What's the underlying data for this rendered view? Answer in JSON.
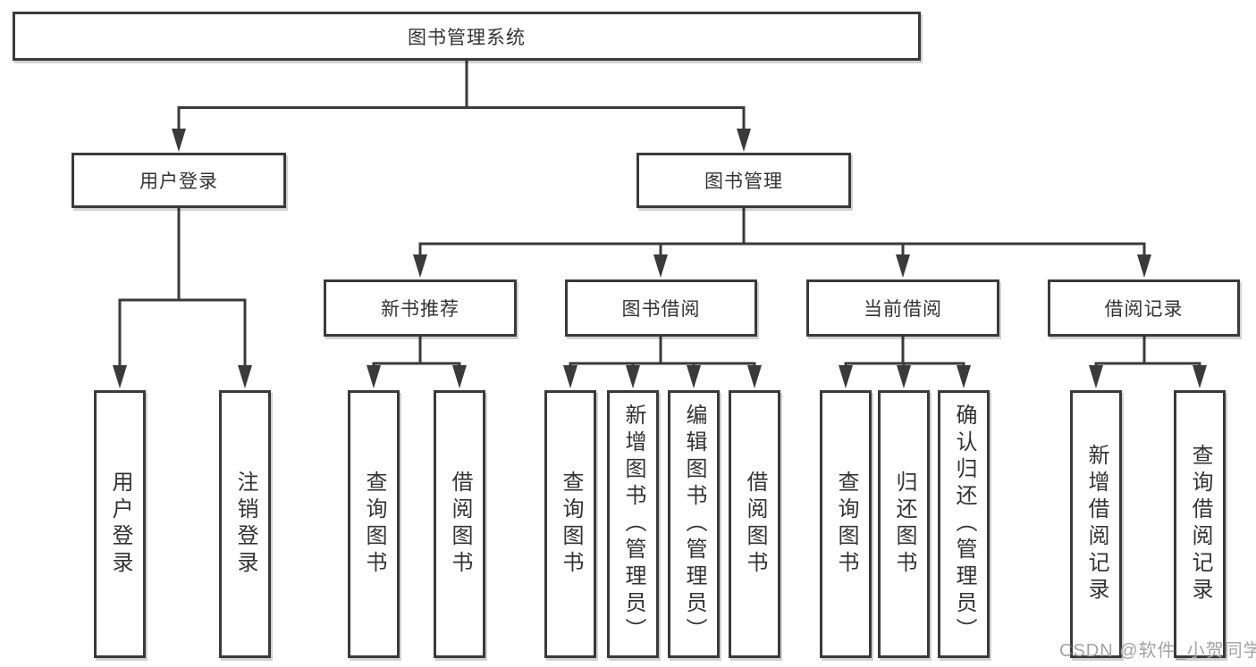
{
  "diagram": {
    "root": {
      "label": "图书管理系统"
    },
    "branches": [
      {
        "label": "用户登录",
        "children": [
          "用户登录",
          "注销登录"
        ]
      },
      {
        "label": "图书管理",
        "groups": [
          {
            "label": "新书推荐",
            "children": [
              "查询图书",
              "借阅图书"
            ]
          },
          {
            "label": "图书借阅",
            "children": [
              "查询图书",
              "新增图书（管理员）",
              "编辑图书（管理员）",
              "借阅图书"
            ]
          },
          {
            "label": "当前借阅",
            "children": [
              "查询图书",
              "归还图书",
              "确认归还（管理员）"
            ]
          },
          {
            "label": "借阅记录",
            "children": [
              "新增借阅记录",
              "查询借阅记录"
            ]
          }
        ]
      }
    ],
    "watermark": "CSDN @软件_小贺同学",
    "colors": {
      "line": "#3a3a3a",
      "text": "#333333",
      "background": "#ffffff",
      "watermark": "#a3a3a3"
    }
  }
}
